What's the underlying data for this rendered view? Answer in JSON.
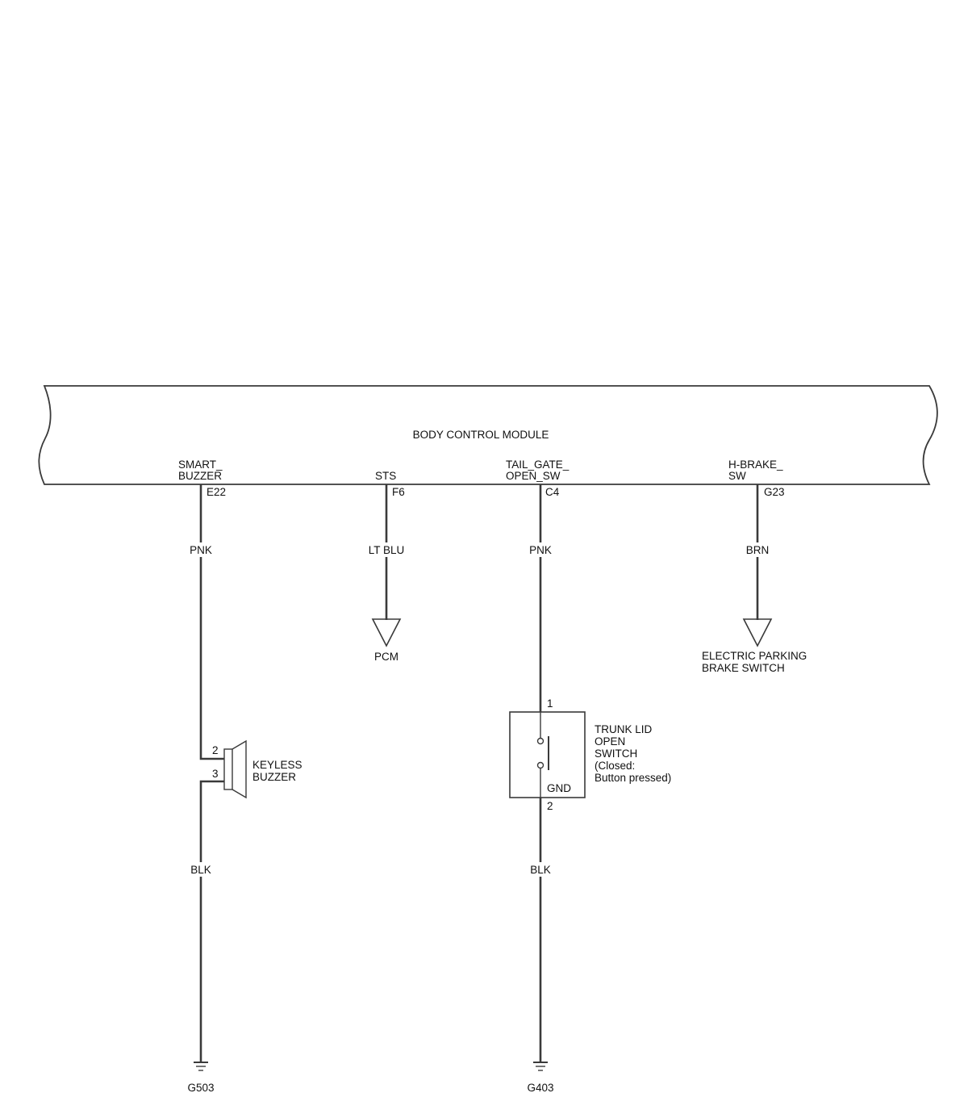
{
  "module": {
    "title": "BODY CONTROL MODULE"
  },
  "pins": {
    "smart_buzzer": {
      "name_line1": "SMART_",
      "name_line2": "BUZZER",
      "pin": "E22",
      "wire": "PNK"
    },
    "sts": {
      "name": "STS",
      "pin": "F6",
      "wire": "LT BLU"
    },
    "tail_gate": {
      "name_line1": "TAIL_GATE_",
      "name_line2": "OPEN_SW",
      "pin": "C4",
      "wire": "PNK"
    },
    "h_brake": {
      "name_line1": "H-BRAKE_",
      "name_line2": "SW",
      "pin": "G23",
      "wire": "BRN"
    }
  },
  "pcm": {
    "label": "PCM"
  },
  "epb": {
    "line1": "ELECTRIC PARKING",
    "line2": "BRAKE SWITCH"
  },
  "buzzer": {
    "pin_a": "2",
    "pin_b": "3",
    "line1": "KEYLESS",
    "line2": "BUZZER",
    "ground_wire": "BLK",
    "ground": "G503"
  },
  "trunk_switch": {
    "pin_top": "1",
    "pin_bottom": "2",
    "gnd": "GND",
    "line1": "TRUNK LID",
    "line2": "OPEN",
    "line3": "SWITCH",
    "line4": "(Closed:",
    "line5": "Button pressed)",
    "ground_wire": "BLK",
    "ground": "G403"
  }
}
